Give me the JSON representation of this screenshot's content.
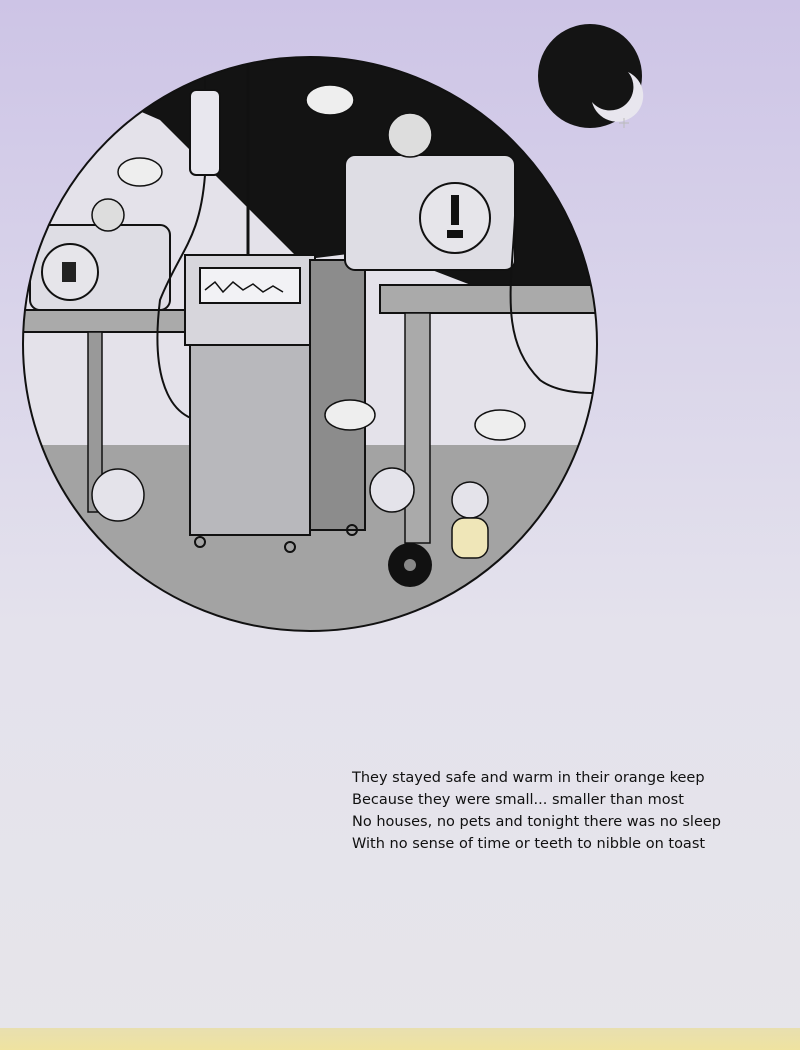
{
  "poem": {
    "lines": [
      "They stayed safe and warm in their orange keep",
      "Because they were small... smaller than most",
      "No houses, no pets and tonight there was no sleep",
      "With no sense of time or teeth to nibble on toast"
    ]
  },
  "colors": {
    "sky": "#121212",
    "floor": "#9d9d9d",
    "accent": "#e8dfa8"
  }
}
